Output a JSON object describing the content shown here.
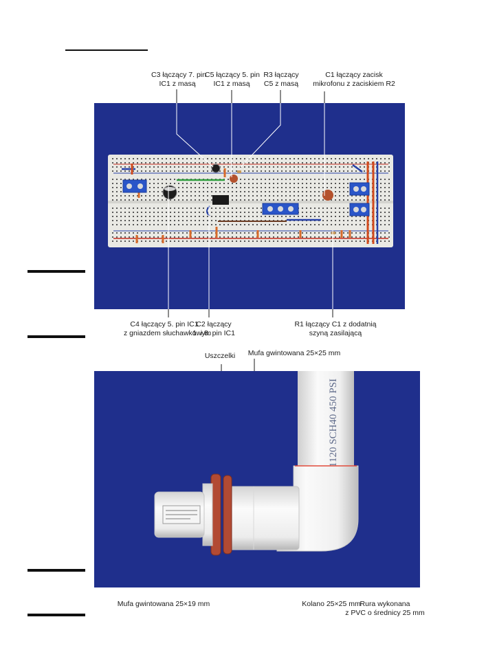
{
  "figure1": {
    "callouts": {
      "c3": [
        "C3 łączący 7. pin",
        "IC1 z masą"
      ],
      "c5": [
        "C5 łączący 5. pin",
        "IC1 z masą"
      ],
      "r3": [
        "R3 łączący",
        "C5 z masą"
      ],
      "c1": [
        "C1 łączący zacisk",
        "mikrofonu z zaciskiem R2"
      ],
      "c4": [
        "C4 łączący 5. pin IC1",
        "z gniazdem słuchawkowym"
      ],
      "c2": [
        "C2 łączący",
        "1. i 8. pin IC1"
      ],
      "r1": [
        "R1 łączący C1 z dodatnią",
        "szyną zasilającą"
      ]
    }
  },
  "figure2": {
    "callouts": {
      "uszczelki": "Uszczelki",
      "mufa_top": "Mufa gwintowana 25×25 mm",
      "mufa_bottom": "Mufa gwintowana 25×19 mm",
      "kolano": "Kolano 25×25 mm",
      "rura": [
        "Rura wykonana",
        "z PVC o średnicy 25 mm"
      ]
    },
    "pipe_print": "1120 SCH40 450 PSI"
  },
  "colors": {
    "photo_bg": "#1f2f8c",
    "breadboard": "#e9e9e4",
    "pvc": "#f1f1f1",
    "gasket": "#b24a33",
    "terminal": "#2a55c8"
  }
}
